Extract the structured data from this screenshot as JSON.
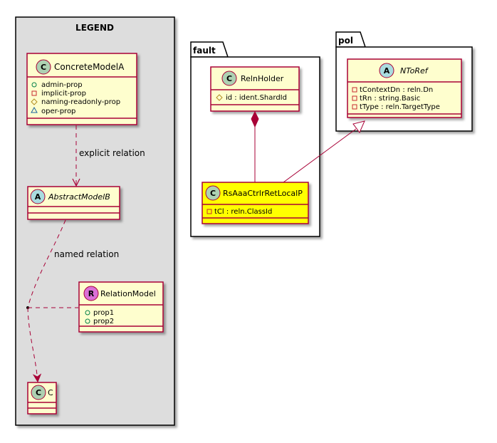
{
  "legend": {
    "title": "LEGEND",
    "concrete_model": {
      "stereotype": "C",
      "name": "ConcreteModelA",
      "props": [
        {
          "visibility": "public",
          "name": "admin-prop"
        },
        {
          "visibility": "private",
          "name": "implicit-prop"
        },
        {
          "visibility": "protected",
          "name": "naming-readonly-prop"
        },
        {
          "visibility": "package",
          "name": "oper-prop"
        }
      ]
    },
    "abstract_model": {
      "stereotype": "A",
      "name": "AbstractModelB"
    },
    "relation_model": {
      "stereotype": "R",
      "name": "RelationModel",
      "props": [
        {
          "visibility": "public",
          "name": "prop1"
        },
        {
          "visibility": "public",
          "name": "prop2"
        }
      ]
    },
    "c_model": {
      "stereotype": "C",
      "name": "C"
    },
    "explicit_relation_label": "explicit relation",
    "named_relation_label": "named relation"
  },
  "fault": {
    "package_name": "fault",
    "reln_holder": {
      "stereotype": "C",
      "name": "RelnHolder",
      "props": [
        {
          "visibility": "protected",
          "name": "id : ident.ShardId"
        }
      ]
    },
    "target": {
      "stereotype": "C",
      "name": "RsAaaCtrlrRetLocalP",
      "props": [
        {
          "visibility": "private",
          "name": "tCl : reln.ClassId"
        }
      ]
    }
  },
  "pol": {
    "package_name": "pol",
    "n_to_ref": {
      "stereotype": "A",
      "name": "NToRef",
      "props": [
        {
          "visibility": "private",
          "name": "tContextDn : reln.Dn"
        },
        {
          "visibility": "private",
          "name": "tRn : string.Basic"
        },
        {
          "visibility": "private",
          "name": "tType : reln.TargetType"
        }
      ]
    }
  },
  "colors": {
    "class_fill": "#FEFECE",
    "class_border": "#A80036",
    "highlight_fill": "#FFFF00",
    "legend_bg": "#DDDDDD",
    "circle_c": "#ADD1B2",
    "circle_a": "#A9DCDF",
    "circle_r": "#DA70D6"
  }
}
